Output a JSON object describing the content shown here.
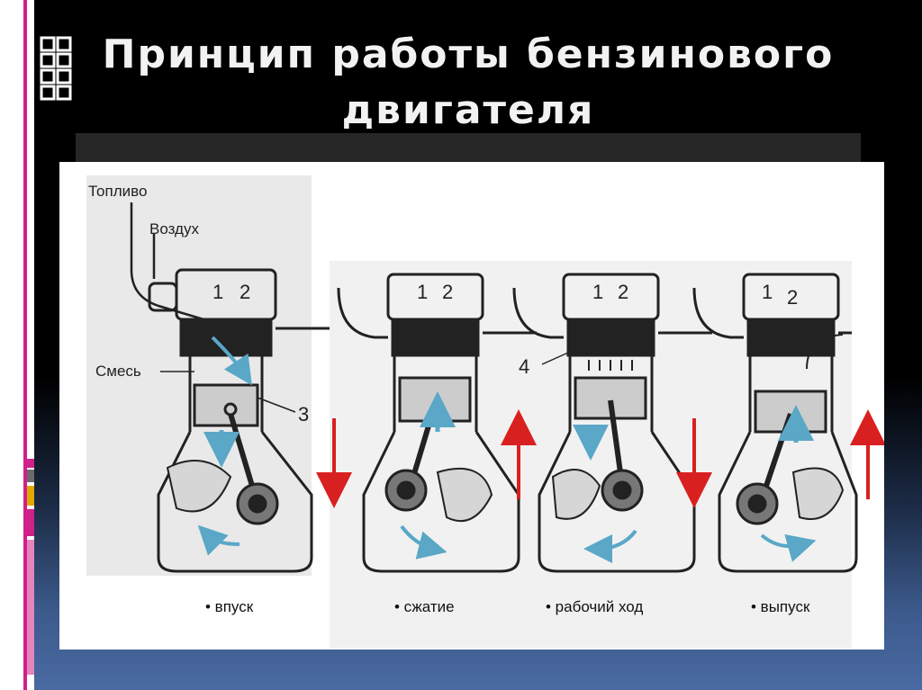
{
  "slide": {
    "title_line1": "Принцип работы бензинового",
    "title_line2": "двигателя"
  },
  "diagram": {
    "labels": {
      "fuel": "Топливо",
      "air": "Воздух",
      "mixture": "Смесь",
      "valve1": "1",
      "valve2": "2",
      "piston": "3",
      "plug": "4"
    },
    "strokes": [
      {
        "caption": "• впуск",
        "direction": "down"
      },
      {
        "caption": "• сжатие",
        "direction": "up"
      },
      {
        "caption": "• рабочий ход",
        "direction": "down"
      },
      {
        "caption": "• выпуск",
        "direction": "up"
      }
    ],
    "colors": {
      "stroke_arrow": "#d92020",
      "flow_arrow": "#5aa7c7",
      "engine_line": "#222222",
      "accent_pink": "#d0208a",
      "accent_gold": "#e0a800"
    }
  }
}
